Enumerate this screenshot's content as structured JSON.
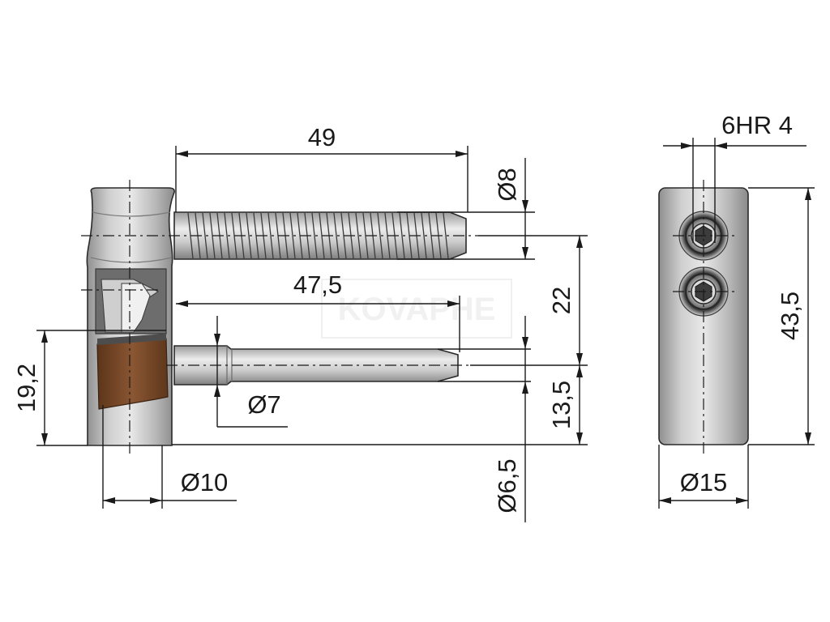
{
  "dimensions": {
    "d49": "49",
    "d8": "Ø8",
    "d47_5": "47,5",
    "d22": "22",
    "d19_2": "19,2",
    "d7": "Ø7",
    "d13_5": "13,5",
    "d10": "Ø10",
    "d6_5": "Ø6,5",
    "d6hr4": "6HR 4",
    "d43_5": "43,5",
    "d15": "Ø15"
  },
  "watermark": "KOVAPHE",
  "colors": {
    "metal": "#b9b9b9",
    "metal_dark": "#8e8e8e",
    "metal_light": "#e6e6e6",
    "brown_insert": "#7a4a2a",
    "line": "#1a1a1a"
  }
}
